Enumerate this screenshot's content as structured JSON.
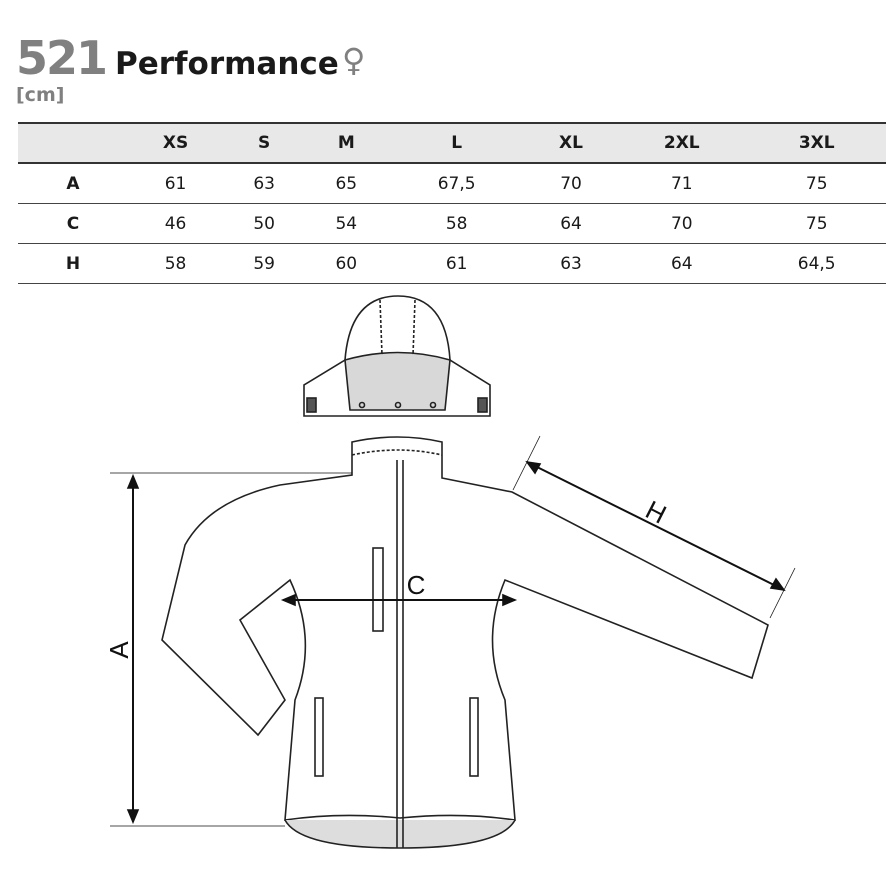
{
  "header": {
    "code": "521",
    "name": "Performance",
    "gender_symbol": "♀",
    "unit": "[cm]"
  },
  "table": {
    "columns": [
      "",
      "XS",
      "S",
      "M",
      "L",
      "XL",
      "2XL",
      "3XL"
    ],
    "rows": [
      {
        "label": "A",
        "values": [
          "61",
          "63",
          "65",
          "67,5",
          "70",
          "71",
          "75"
        ]
      },
      {
        "label": "C",
        "values": [
          "46",
          "50",
          "54",
          "58",
          "64",
          "70",
          "75"
        ]
      },
      {
        "label": "H",
        "values": [
          "58",
          "59",
          "60",
          "61",
          "63",
          "64",
          "64,5"
        ]
      }
    ]
  },
  "diagram": {
    "label_a": "A",
    "label_c": "C",
    "label_h": "H"
  }
}
